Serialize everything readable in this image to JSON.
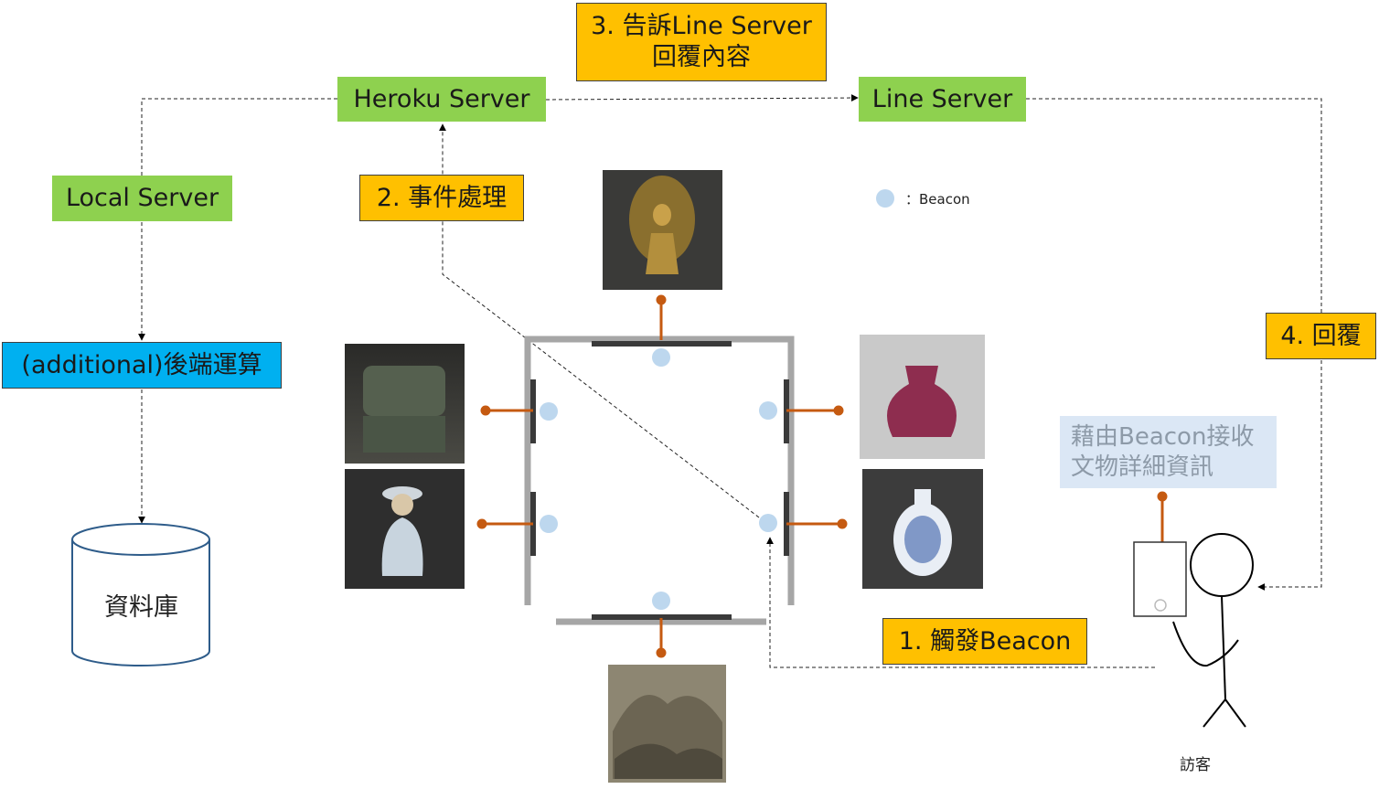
{
  "nodes": {
    "heroku": "Heroku Server",
    "line": "Line Server",
    "local": "Local Server",
    "backend": "(additional)後端運算",
    "database": "資料庫"
  },
  "steps": {
    "step1": "1. 觸發Beacon",
    "step2": "2. 事件處理",
    "step3_line1": "3. 告訴Line Server",
    "step3_line2": "回覆內容",
    "step4": "4. 回覆"
  },
  "legend": {
    "label": "：Beacon"
  },
  "visitor": {
    "info_line1": "藉由Beacon接收",
    "info_line2": "文物詳細資訊",
    "label": "訪客"
  },
  "colors": {
    "server_green": "#8ed14f",
    "step_yellow": "#ffc000",
    "backend_blue": "#00b0f0",
    "beacon_dot": "#bdd7ee",
    "connector_orange": "#c55a11",
    "wall_gray": "#a6a6a6"
  }
}
